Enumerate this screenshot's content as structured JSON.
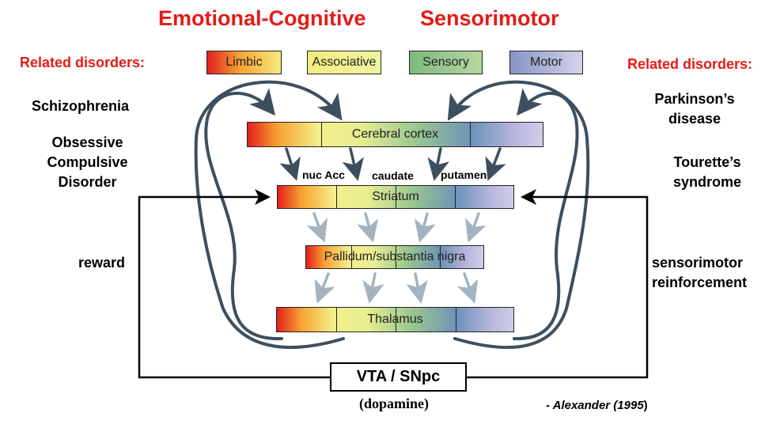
{
  "headers": {
    "emotional": "Emotional-Cognitive",
    "sensorimotor": "Sensorimotor"
  },
  "related_left": "Related disorders:",
  "related_right": "Related disorders:",
  "legend": [
    {
      "label": "Limbic",
      "from": "#e31e1e",
      "to": "#f6ea80"
    },
    {
      "label": "Associative",
      "from": "#f3ee80",
      "to": "#eef4a0"
    },
    {
      "label": "Sensory",
      "from": "#7db97e",
      "to": "#b7d7a2"
    },
    {
      "label": "Motor",
      "from": "#8795c4",
      "to": "#d4d3ec"
    }
  ],
  "left_disorders": {
    "schizophrenia": "Schizophrenia",
    "ocd": [
      "Obsessive",
      "Compulsive",
      "Disorder"
    ]
  },
  "right_disorders": {
    "parkinsons": [
      "Parkinson’s",
      "disease"
    ],
    "tourettes": [
      "Tourette’s",
      "syndrome"
    ]
  },
  "bars": {
    "cortex": "Cerebral cortex",
    "striatum": "Striatum",
    "pallidum": "Pallidum/substantia nigra",
    "thalamus": "Thalamus"
  },
  "striatum_parts": {
    "nuc_acc": "nuc Acc",
    "caudate": "caudate",
    "putamen": "putamen"
  },
  "side_labels": {
    "reward": "reward",
    "sensorimotor": [
      "sensorimotor",
      "reinforcement"
    ]
  },
  "vta": "VTA / SNpc",
  "dopamine": "(dopamine)",
  "citation": {
    "prefix": "- Alexander (1995",
    "suffix": ")"
  },
  "colors": {
    "title_red": "#e41b17",
    "loop_arrow": "#3d4f5e",
    "down_arrow": "#a3b3bf"
  }
}
